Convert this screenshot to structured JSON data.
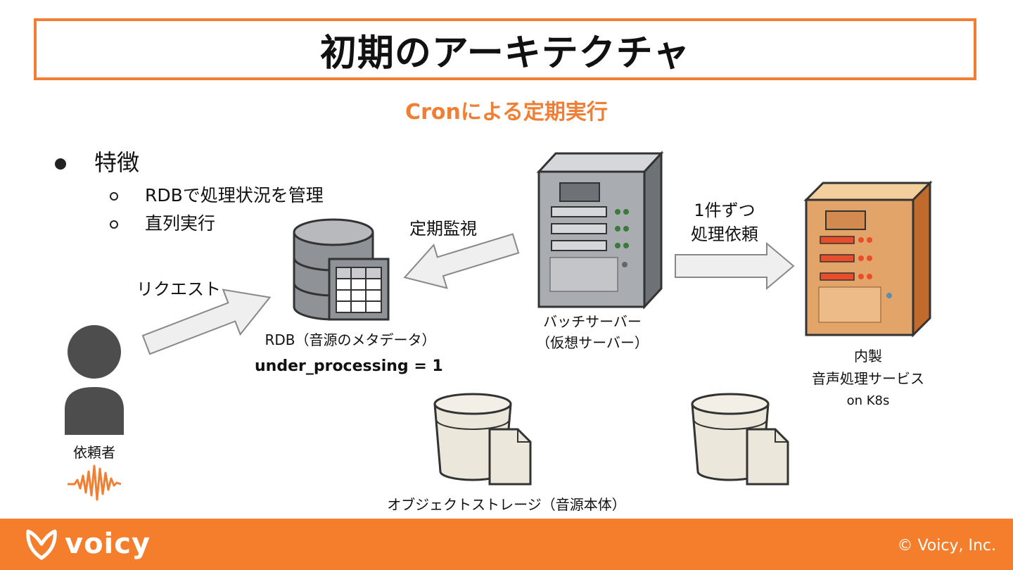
{
  "title": "初期のアーキテクチャ",
  "subtitle": "Cronによる定期実行",
  "features": {
    "heading": "特徴",
    "items": [
      "RDBで処理状況を管理",
      "直列実行"
    ]
  },
  "arrows": {
    "request": "リクエスト",
    "monitor": "定期監視",
    "dispatch": [
      "1件ずつ",
      "処理依頼"
    ]
  },
  "nodes": {
    "rdb": "RDB（音源のメタデータ）",
    "rdb_state": "under_processing = 1",
    "batch": [
      "バッチサーバー",
      "（仮想サーバー）"
    ],
    "service": [
      "内製",
      "音声処理サービス",
      "on K8s"
    ],
    "requester": "依頼者",
    "storage": "オブジェクトストレージ（音源本体）"
  },
  "footer": {
    "brand": "voicy",
    "copyright": "© Voicy, Inc."
  },
  "colors": {
    "accent": "#F07F33",
    "footer": "#F47E2B"
  }
}
